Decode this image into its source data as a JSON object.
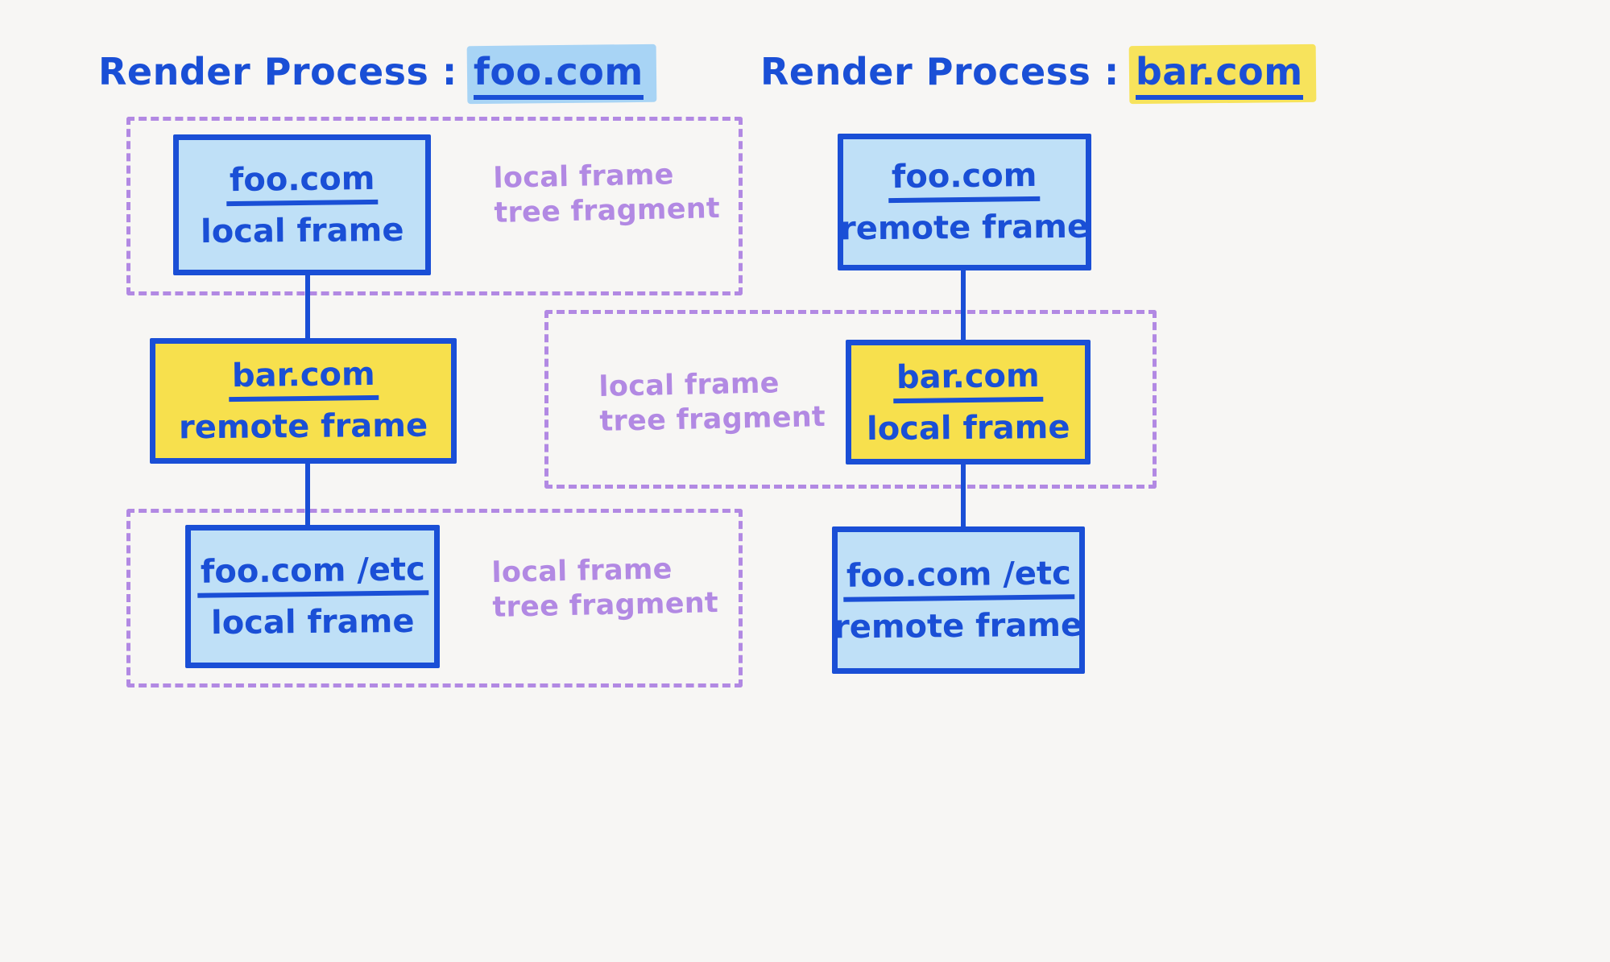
{
  "colors": {
    "background": "#f7f6f4",
    "stroke_blue": "#1a4fd6",
    "fill_light_blue": "#bfe0f7",
    "fill_yellow": "#f7e04d",
    "dashed_purple": "#b289e3",
    "highlight_blue": "#a8d4f5",
    "highlight_yellow": "#f7e35c"
  },
  "processes": [
    {
      "id": "left",
      "title_lead": "Render Process :",
      "title_domain": "foo.com",
      "highlight_color": "#a8d4f5",
      "frames": [
        {
          "domain": "foo.com",
          "kind": "local frame",
          "fill": "blue"
        },
        {
          "domain": "bar.com",
          "kind": "remote frame",
          "fill": "yellow"
        },
        {
          "domain": "foo.com /etc",
          "kind": "local frame",
          "fill": "blue"
        }
      ]
    },
    {
      "id": "right",
      "title_lead": "Render Process :",
      "title_domain": "bar.com",
      "highlight_color": "#f7e35c",
      "frames": [
        {
          "domain": "foo.com",
          "kind": "remote frame",
          "fill": "blue"
        },
        {
          "domain": "bar.com",
          "kind": "local frame",
          "fill": "yellow"
        },
        {
          "domain": "foo.com /etc",
          "kind": "remote frame",
          "fill": "blue"
        }
      ]
    }
  ],
  "fragments": [
    {
      "id": "frag-top",
      "label": "local frame\ntree fragment"
    },
    {
      "id": "frag-middle",
      "label": "local frame\ntree fragment"
    },
    {
      "id": "frag-bottom",
      "label": "local frame\ntree fragment"
    }
  ]
}
